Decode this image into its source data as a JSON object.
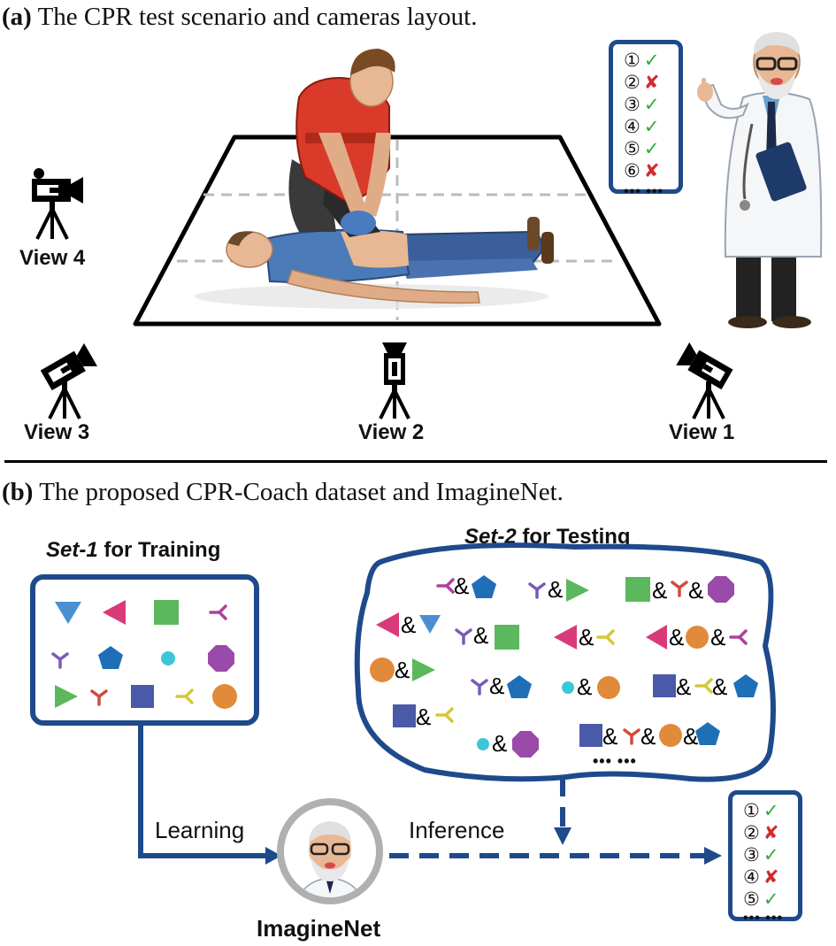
{
  "panel_a": {
    "label": "(a)",
    "caption": "The CPR test scenario and cameras layout."
  },
  "panel_b": {
    "label": "(b)",
    "caption": "The proposed CPR-Coach dataset and ImagineNet."
  },
  "views": {
    "view1": "View 1",
    "view2": "View 2",
    "view3": "View 3",
    "view4": "View 4"
  },
  "doctor_checklist": {
    "items": [
      {
        "num": "①",
        "status": "pass"
      },
      {
        "num": "②",
        "status": "fail"
      },
      {
        "num": "③",
        "status": "pass"
      },
      {
        "num": "④",
        "status": "pass"
      },
      {
        "num": "⑤",
        "status": "pass"
      },
      {
        "num": "⑥",
        "status": "fail"
      }
    ],
    "more": "••• •••"
  },
  "result_checklist": {
    "items": [
      {
        "num": "①",
        "status": "pass"
      },
      {
        "num": "②",
        "status": "fail"
      },
      {
        "num": "③",
        "status": "pass"
      },
      {
        "num": "④",
        "status": "fail"
      },
      {
        "num": "⑤",
        "status": "pass"
      }
    ],
    "more": "••• •••"
  },
  "set1": {
    "name": "Set-1",
    "suffix": " for Training"
  },
  "set2": {
    "name": "Set-2",
    "suffix": " for Testing",
    "more": "••• •••",
    "separator": "&"
  },
  "flow": {
    "learning": "Learning",
    "inference": "Inference",
    "model": "ImagineNet"
  },
  "symbols": {
    "pass": "✓",
    "fail": "✘"
  },
  "colors": {
    "frame_blue": "#1e4a8c",
    "pass_green": "#2faa3a",
    "fail_red": "#d22b2b",
    "triangle_blue": "#4a8fd1",
    "triangle_pink": "#d93a7a",
    "square_green": "#5cb85c",
    "y_magenta": "#b0409a",
    "y_purple": "#7a5ab8",
    "pentagon_blue": "#1f6fb8",
    "dot_cyan": "#3cc6d8",
    "octagon_purple": "#9a4aa8",
    "triangle_green": "#5cb85c",
    "y_red": "#d24a3a",
    "square_navy": "#4a5aa8",
    "y_yellow": "#d4c83a",
    "circle_orange": "#e08a3a"
  },
  "icons": {
    "camera": "video-camera-on-tripod-icon",
    "doctor": "doctor-with-clipboard-icon",
    "rescuer": "rescuer-performing-cpr-icon",
    "patient": "patient-lying-down-icon",
    "model": "doctor-avatar-icon"
  }
}
